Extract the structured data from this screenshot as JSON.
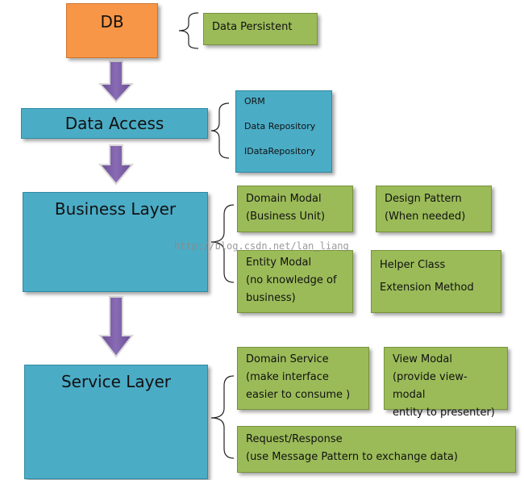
{
  "db": {
    "label": "DB"
  },
  "db_note": {
    "label": "Data Persistent"
  },
  "data_access": {
    "label": "Data Access",
    "items": [
      "ORM",
      "Data Repository",
      "IDataRepository"
    ]
  },
  "business_layer": {
    "label": "Business Layer",
    "domain_modal": [
      "Domain Modal",
      "(Business Unit)"
    ],
    "design_pattern": [
      "Design Pattern",
      "(When needed)"
    ],
    "entity_modal": [
      "Entity Modal",
      "(no knowledge of",
      "business)"
    ],
    "helper": [
      "Helper Class",
      "Extension Method"
    ]
  },
  "service_layer": {
    "label": "Service Layer",
    "domain_service": [
      "Domain Service",
      "(make interface",
      "easier to consume )"
    ],
    "view_modal": [
      "View Modal",
      "(provide view-modal",
      "entity to presenter)"
    ],
    "request_response": [
      "Request/Response",
      "(use Message Pattern to exchange data)"
    ]
  },
  "watermark": "http://blog.csdn.net/lan_liang",
  "colors": {
    "db": "#f79646",
    "layer": "#4bacc6",
    "note": "#9bbb59",
    "arrow": "#8064a2"
  }
}
